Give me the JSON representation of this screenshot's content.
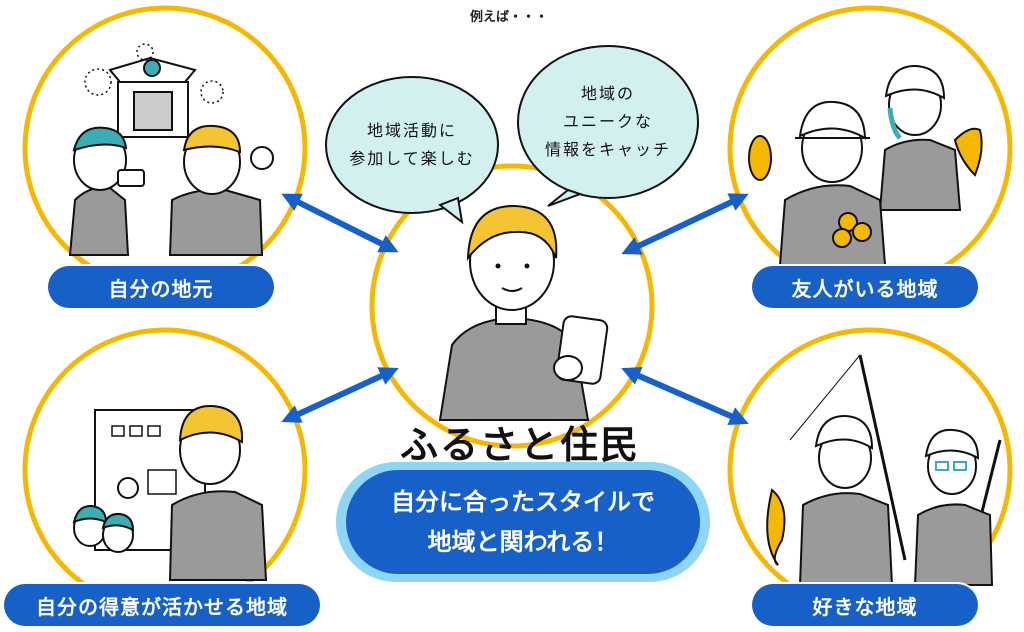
{
  "intro": "例えば・・・",
  "center": {
    "title": "ふるさと住民",
    "message_line1": "自分に合ったスタイルで",
    "message_line2": "地域と関われる！"
  },
  "bubbles": {
    "left_line1": "地域活動に",
    "left_line2": "参加して楽しむ",
    "right_line1": "地域の",
    "right_line2": "ユニークな",
    "right_line3": "情報をキャッチ"
  },
  "regions": {
    "top_left": "自分の地元",
    "top_right": "友人がいる地域",
    "bottom_left": "自分の得意が活かせる地域",
    "bottom_right": "好きな地域"
  },
  "colors": {
    "ring": "#f5b700",
    "label_bg": "#1760c8",
    "arrow": "#1760c8",
    "bubble_bg": "#d3f0f0",
    "hair": "#f5c433",
    "shirt": "#9a9a9a"
  }
}
